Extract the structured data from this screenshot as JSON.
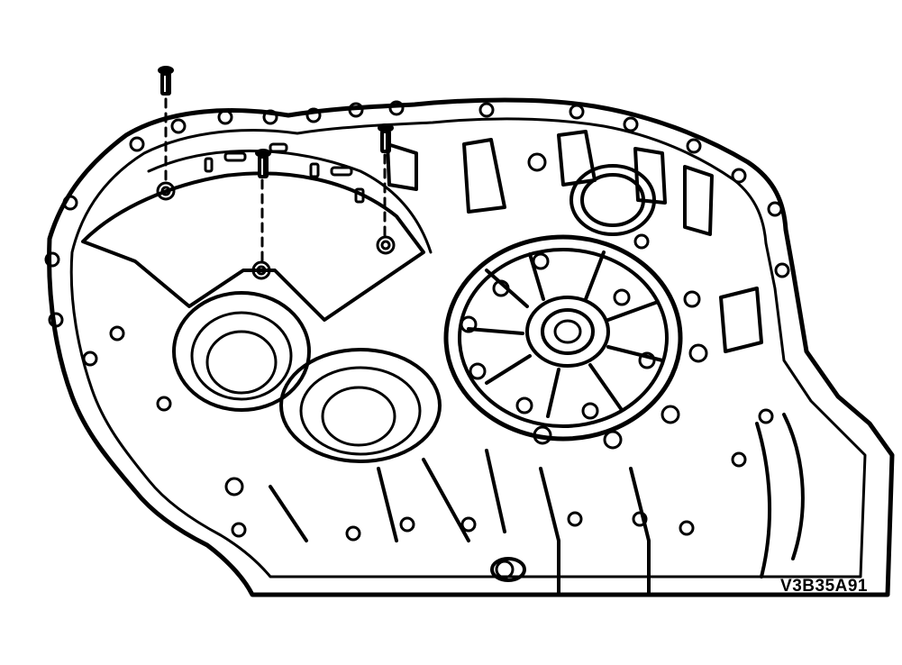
{
  "figure": {
    "code": "V3B35A91"
  },
  "colors": {
    "line": "#000000",
    "background": "#ffffff"
  },
  "callouts": [
    {
      "name": "bolt-1"
    },
    {
      "name": "bolt-2"
    },
    {
      "name": "bolt-3"
    }
  ]
}
